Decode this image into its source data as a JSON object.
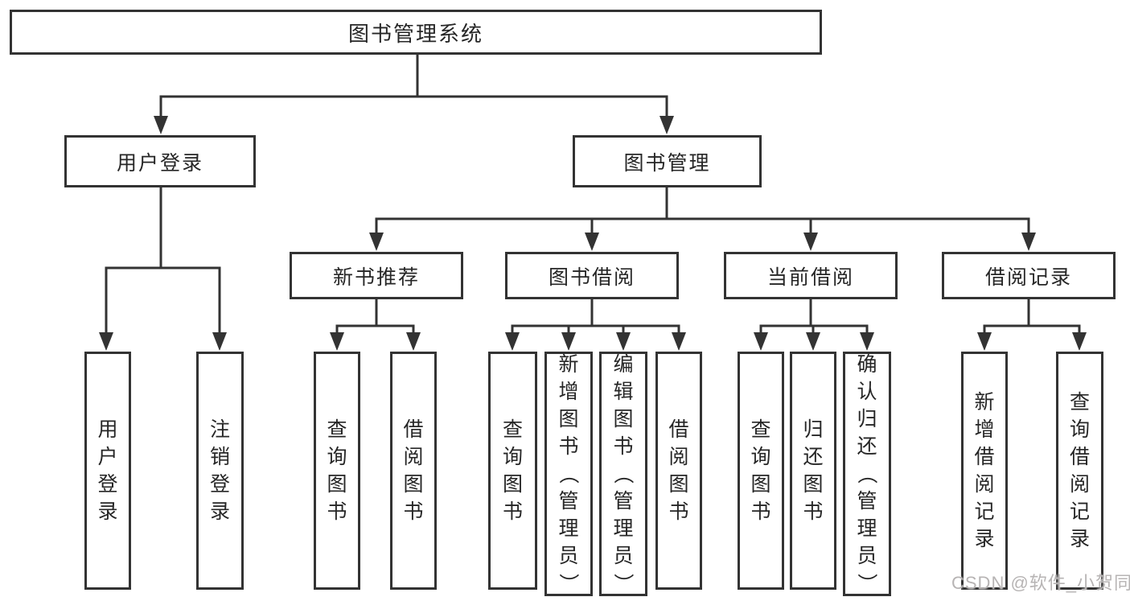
{
  "colors": {
    "line": "#333333",
    "box_border": "#333333",
    "text": "#262626",
    "background": "#ffffff",
    "watermark": "#b7b4b4"
  },
  "tree": {
    "root": {
      "label": "图书管理系统"
    },
    "branches": [
      {
        "label": "用户登录",
        "children": [
          "用户登录",
          "注销登录"
        ]
      },
      {
        "label": "图书管理",
        "children": [
          {
            "label": "新书推荐",
            "children": [
              "查询图书",
              "借阅图书"
            ]
          },
          {
            "label": "图书借阅",
            "children": [
              "查询图书",
              "新增图书（管理员）",
              "编辑图书（管理员）",
              "借阅图书"
            ]
          },
          {
            "label": "当前借阅",
            "children": [
              "查询图书",
              "归还图书",
              "确认归还（管理员）"
            ]
          },
          {
            "label": "借阅记录",
            "children": [
              "新增借阅记录",
              "查询借阅记录"
            ]
          }
        ]
      }
    ]
  },
  "watermark": {
    "text": "CSDN @软件_小贺同学"
  }
}
